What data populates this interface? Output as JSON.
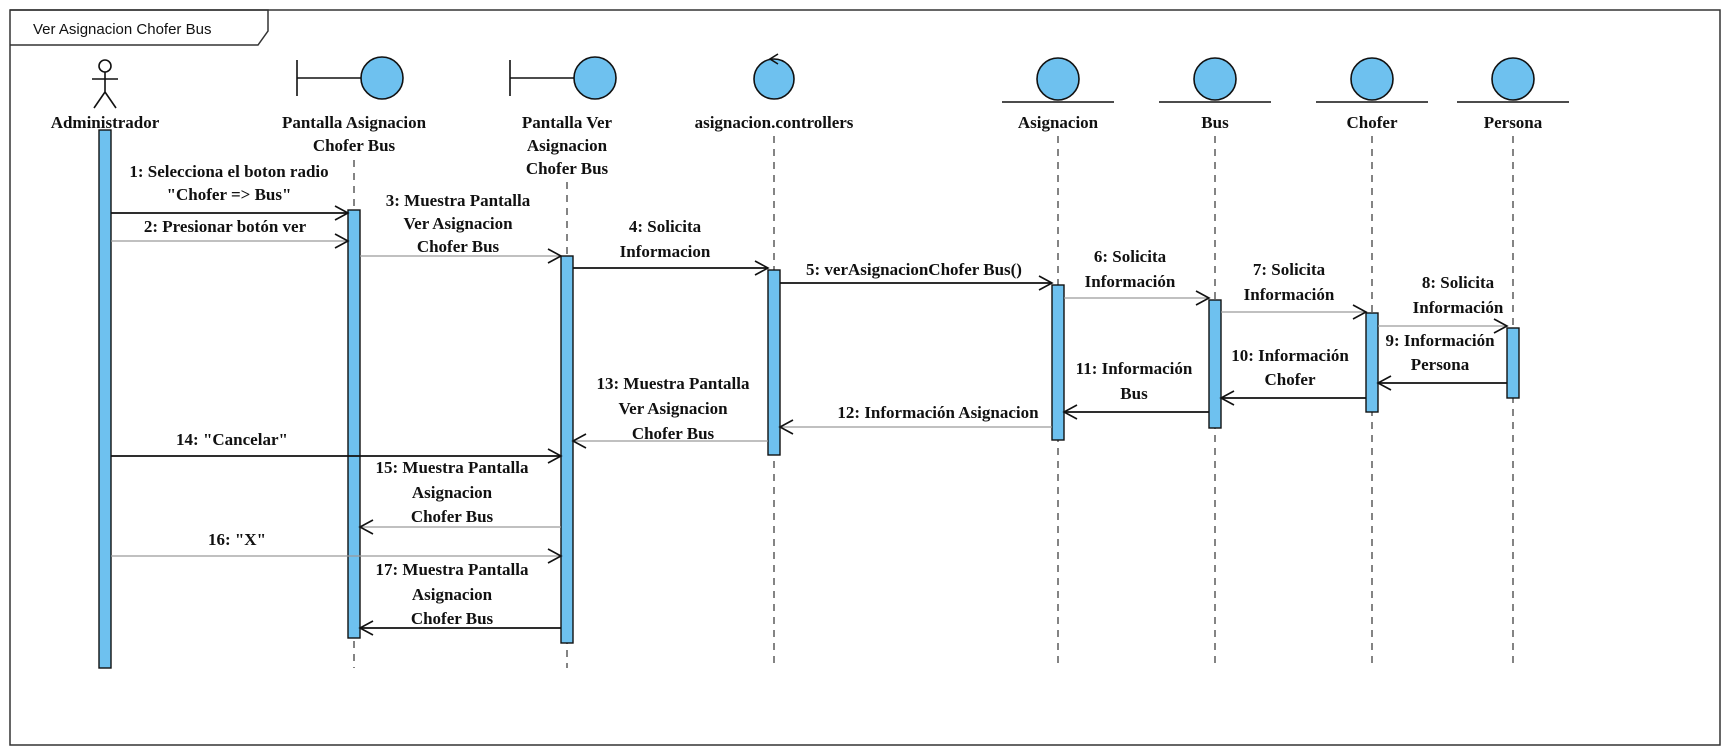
{
  "frame_title": "Ver Asignacion Chofer Bus",
  "colors": {
    "fill": "#6ec1ef",
    "stroke": "#111111",
    "line": "#9a9a9a"
  },
  "participants": [
    {
      "id": "admin",
      "type": "actor",
      "lines": [
        "Administrador"
      ]
    },
    {
      "id": "pantAsig",
      "type": "boundary",
      "lines": [
        "Pantalla Asignacion",
        "Chofer Bus"
      ]
    },
    {
      "id": "pantVer",
      "type": "boundary",
      "lines": [
        "Pantalla Ver",
        "Asignacion",
        "Chofer Bus"
      ]
    },
    {
      "id": "ctrl",
      "type": "control",
      "lines": [
        "asignacion.controllers"
      ]
    },
    {
      "id": "asig",
      "type": "entity",
      "lines": [
        "Asignacion"
      ]
    },
    {
      "id": "bus",
      "type": "entity",
      "lines": [
        "Bus"
      ]
    },
    {
      "id": "chofer",
      "type": "entity",
      "lines": [
        "Chofer"
      ]
    },
    {
      "id": "persona",
      "type": "entity",
      "lines": [
        "Persona"
      ]
    }
  ],
  "messages": [
    {
      "n": 1,
      "from": "admin",
      "to": "pantAsig",
      "lines": [
        "1: Selecciona el boton radio",
        "\"Chofer => Bus\""
      ],
      "kind": "call"
    },
    {
      "n": 2,
      "from": "admin",
      "to": "pantAsig",
      "lines": [
        "2: Presionar botón ver"
      ],
      "kind": "reply"
    },
    {
      "n": 3,
      "from": "pantAsig",
      "to": "pantVer",
      "lines": [
        "3: Muestra Pantalla",
        "Ver Asignacion",
        "Chofer Bus"
      ],
      "kind": "reply"
    },
    {
      "n": 4,
      "from": "pantVer",
      "to": "ctrl",
      "lines": [
        "4: Solicita",
        "Informacion"
      ],
      "kind": "call"
    },
    {
      "n": 5,
      "from": "ctrl",
      "to": "asig",
      "lines": [
        "5: verAsignacionChofer Bus()"
      ],
      "kind": "call"
    },
    {
      "n": 6,
      "from": "asig",
      "to": "bus",
      "lines": [
        "6: Solicita",
        "Información"
      ],
      "kind": "reply"
    },
    {
      "n": 7,
      "from": "bus",
      "to": "chofer",
      "lines": [
        "7: Solicita",
        "Información"
      ],
      "kind": "reply"
    },
    {
      "n": 8,
      "from": "chofer",
      "to": "persona",
      "lines": [
        "8: Solicita",
        "Información"
      ],
      "kind": "reply"
    },
    {
      "n": 9,
      "from": "persona",
      "to": "chofer",
      "lines": [
        "9: Información",
        "Persona"
      ],
      "kind": "call"
    },
    {
      "n": 10,
      "from": "chofer",
      "to": "bus",
      "lines": [
        "10: Información",
        "Chofer"
      ],
      "kind": "call"
    },
    {
      "n": 11,
      "from": "bus",
      "to": "asig",
      "lines": [
        "11: Información",
        "Bus"
      ],
      "kind": "call"
    },
    {
      "n": 12,
      "from": "asig",
      "to": "ctrl",
      "lines": [
        "12: Información Asignacion"
      ],
      "kind": "reply"
    },
    {
      "n": 13,
      "from": "ctrl",
      "to": "pantVer",
      "lines": [
        "13: Muestra Pantalla",
        "Ver Asignacion",
        "Chofer Bus"
      ],
      "kind": "reply"
    },
    {
      "n": 14,
      "from": "admin",
      "to": "pantVer",
      "lines": [
        "14: \"Cancelar\""
      ],
      "kind": "call"
    },
    {
      "n": 15,
      "from": "pantVer",
      "to": "pantAsig",
      "lines": [
        "15: Muestra Pantalla",
        "Asignacion",
        "Chofer Bus"
      ],
      "kind": "reply"
    },
    {
      "n": 16,
      "from": "admin",
      "to": "pantVer",
      "lines": [
        "16: \"X\""
      ],
      "kind": "reply"
    },
    {
      "n": 17,
      "from": "pantVer",
      "to": "pantAsig",
      "lines": [
        "17: Muestra Pantalla",
        "Asignacion",
        "Chofer Bus"
      ],
      "kind": "call"
    }
  ]
}
